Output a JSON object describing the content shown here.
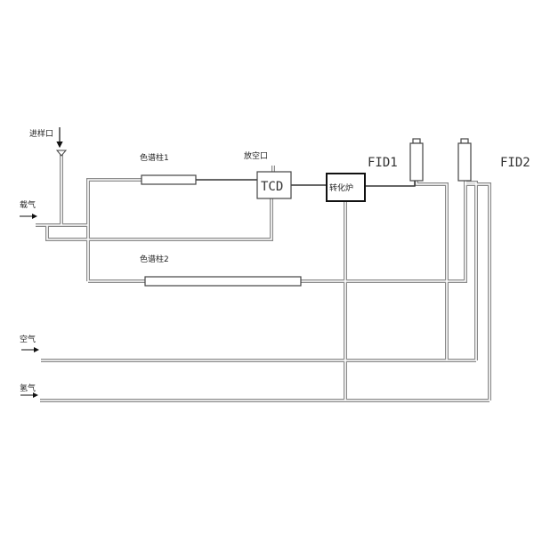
{
  "labels": {
    "injection_port": "进样口",
    "carrier_gas": "载气",
    "column1": "色谱柱1",
    "column2": "色谱柱2",
    "vent": "放空口",
    "tcd": "TCD",
    "converter": "转化炉",
    "fid1": "FID1",
    "fid2": "FID2",
    "air": "空气",
    "hydrogen": "氢气"
  }
}
